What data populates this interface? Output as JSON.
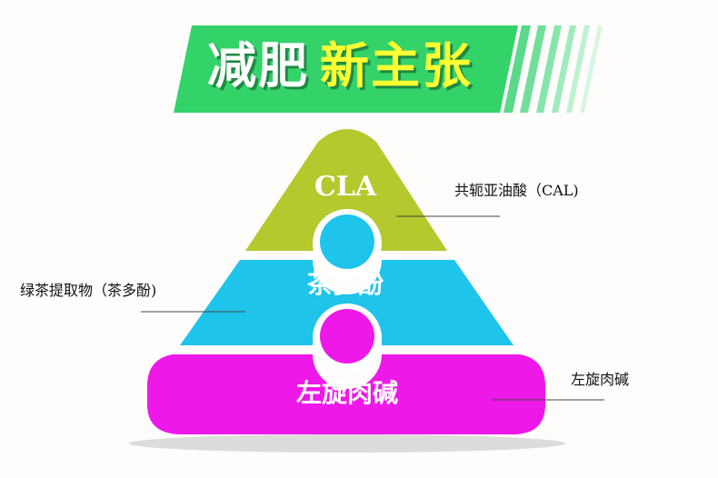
{
  "banner": {
    "title_part1": "减肥",
    "title_part2": "新主张"
  },
  "pyramid": {
    "tiers": [
      {
        "label": "CLA",
        "annotation": "共轭亚油酸（CAL)",
        "color": "#b5c82e"
      },
      {
        "label": "茶多酚",
        "annotation": "绿茶提取物（茶多酚)",
        "color": "#1ec4ea"
      },
      {
        "label": "左旋肉碱",
        "annotation": "左旋肉碱",
        "color": "#ee18e8"
      }
    ]
  },
  "colors": {
    "banner_green": "#33d36a",
    "banner_stripe": "#8fe6ad",
    "title_white": "#ffffff",
    "title_yellow": "#ffff33",
    "background": "#fffcfc"
  }
}
